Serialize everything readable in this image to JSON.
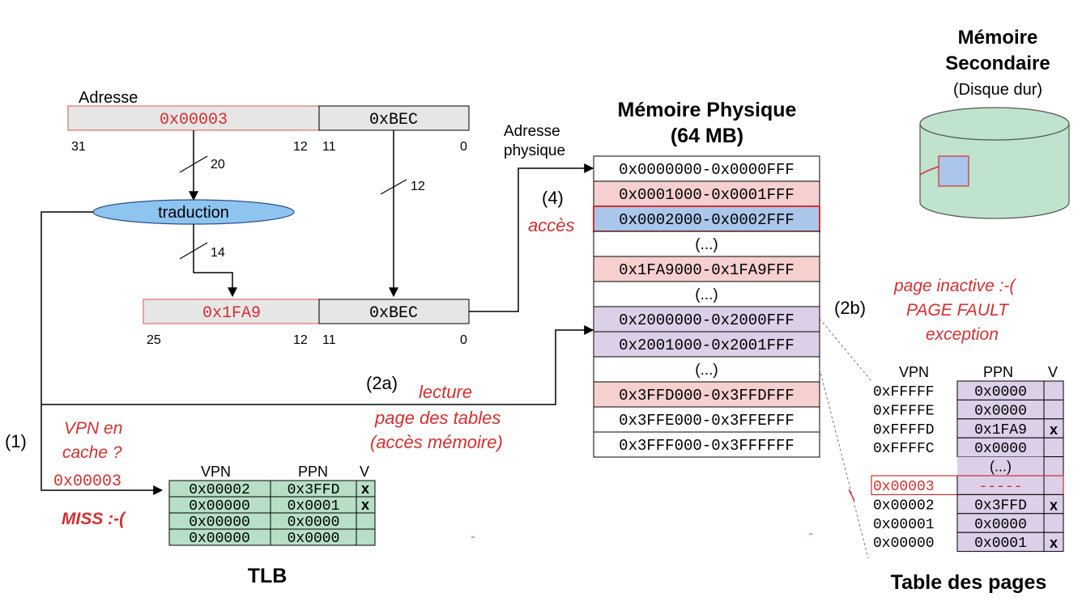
{
  "colors": {
    "red": "#d32f2f",
    "box_grey": "#e6e6e6",
    "mem_pink": "#f6cfcf",
    "mem_blue": "#aac6ea",
    "mem_purple": "#dcd0e8",
    "tlb_green": "#b7dfc5",
    "disk_green": "#bfe3cd",
    "oval_blue": "#8ec4f0"
  },
  "virtual_address": {
    "label": "Adresse",
    "vpn": "0x00003",
    "offset": "0xBEC",
    "bit_31": "31",
    "bit_12": "12",
    "bit_11": "11",
    "bit_0": "0"
  },
  "translation": {
    "label": "traduction",
    "width_in": "20",
    "width_out": "14",
    "width_offset": "12"
  },
  "physical_address": {
    "ppn": "0x1FA9",
    "offset": "0xBEC",
    "bit_25": "25",
    "bit_12": "12",
    "bit_11": "11",
    "bit_0": "0"
  },
  "physical_memory": {
    "title_line1": "Mémoire Physique",
    "title_line2": "(64 MB)",
    "address_label_line1": "Adresse",
    "address_label_line2": "physique",
    "rows": [
      "0x0000000-0x0000FFF",
      "0x0001000-0x0001FFF",
      "0x0002000-0x0002FFF",
      "(...)",
      "0x1FA9000-0x1FA9FFF",
      "(...)",
      "0x2000000-0x2000FFF",
      "0x2001000-0x2001FFF",
      "(...)",
      "0x3FFD000-0x3FFDFFF",
      "0x3FFE000-0x3FFEFFF",
      "0x3FFF000-0x3FFFFFF"
    ]
  },
  "steps": {
    "step1": "(1)",
    "vpn_cache_line1": "VPN en",
    "vpn_cache_line2": "cache ?",
    "vpn_value": "0x00003",
    "miss": "MISS :-(",
    "step2a": "(2a)",
    "read_line1": "lecture",
    "read_line2": "page des tables",
    "read_line3": "(accès mémoire)",
    "step2b": "(2b)",
    "fault_line1": "page inactive :-(",
    "fault_line2": "PAGE FAULT",
    "fault_line3": "exception",
    "step4": "(4)",
    "access": "accès"
  },
  "tlb": {
    "title": "TLB",
    "headers": {
      "vpn": "VPN",
      "ppn": "PPN",
      "v": "V"
    },
    "rows": [
      {
        "vpn": "0x00002",
        "ppn": "0x3FFD",
        "v": "x"
      },
      {
        "vpn": "0x00000",
        "ppn": "0x0001",
        "v": "x"
      },
      {
        "vpn": "0x00000",
        "ppn": "0x0000",
        "v": ""
      },
      {
        "vpn": "0x00000",
        "ppn": "0x0000",
        "v": ""
      }
    ]
  },
  "page_table": {
    "title": "Table des pages",
    "headers": {
      "vpn": "VPN",
      "ppn": "PPN",
      "v": "V"
    },
    "rows": [
      {
        "vpn": "0xFFFFF",
        "ppn": "0x0000",
        "v": ""
      },
      {
        "vpn": "0xFFFFE",
        "ppn": "0x0000",
        "v": ""
      },
      {
        "vpn": "0xFFFFD",
        "ppn": "0x1FA9",
        "v": "x"
      },
      {
        "vpn": "0xFFFFC",
        "ppn": "0x0000",
        "v": ""
      },
      {
        "vpn": "",
        "ppn": "(...)",
        "v": ""
      },
      {
        "vpn": "0x00003",
        "ppn": "-----",
        "v": ""
      },
      {
        "vpn": "0x00002",
        "ppn": "0x3FFD",
        "v": "x"
      },
      {
        "vpn": "0x00001",
        "ppn": "0x0000",
        "v": ""
      },
      {
        "vpn": "0x00000",
        "ppn": "0x0001",
        "v": "x"
      }
    ]
  },
  "secondary_memory": {
    "title_line1": "Mémoire",
    "title_line2": "Secondaire",
    "subtitle": "(Disque dur)"
  }
}
